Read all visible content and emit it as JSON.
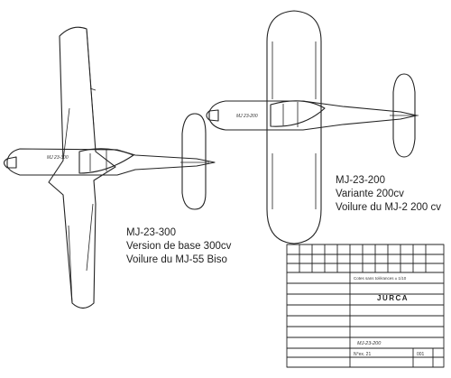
{
  "drawing": {
    "captions": [
      {
        "lines": [
          "MJ-23-300",
          "Version de base 300cv",
          "Voilure du MJ-55 Biso"
        ]
      },
      {
        "lines": [
          "MJ-23-200",
          "Variante 200cv",
          "Voilure du MJ-2 200 cv"
        ]
      }
    ],
    "markings": {
      "left_fuselage": "MJ 23-300",
      "right_fuselage": "MJ 23-200"
    },
    "title_block": {
      "maker": "JURCA",
      "note": "Cotes sans tolérances ± 1/10",
      "designation": "MJ-23-200",
      "number": "N°ex. 21",
      "sheet": "001"
    }
  }
}
